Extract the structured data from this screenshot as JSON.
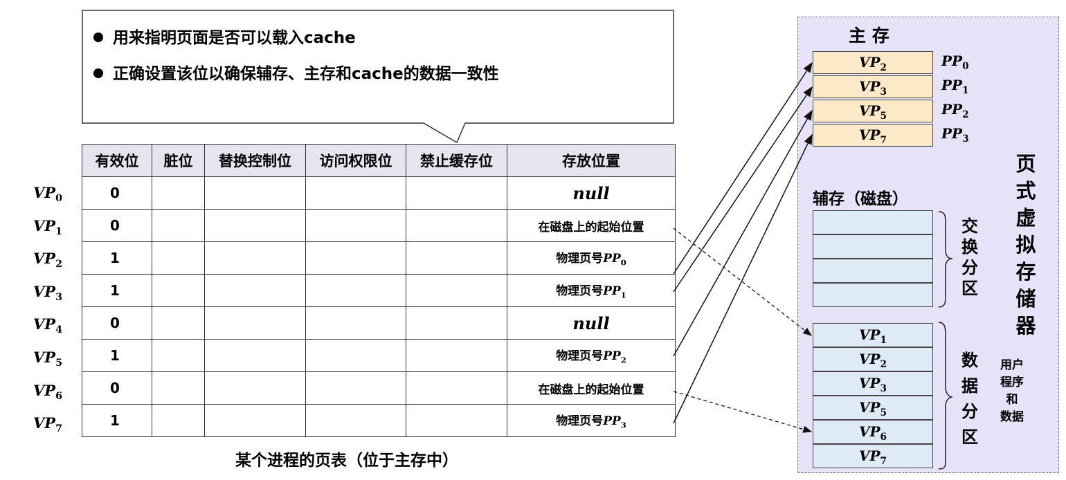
{
  "callout": {
    "bullet1": "用来指明页面是否可以载入cache",
    "bullet2": "正确设置该位以确保辅存、主存和cache的数据一致性"
  },
  "table": {
    "headers": [
      "有效位",
      "脏位",
      "替换控制位",
      "访问权限位",
      "禁止缓存位",
      "存放位置"
    ],
    "rows": [
      {
        "vp": "VP",
        "vp_sub": "0",
        "valid": "0",
        "store": "null",
        "store_type": "null"
      },
      {
        "vp": "VP",
        "vp_sub": "1",
        "valid": "0",
        "store": "在磁盘上的起始位置",
        "store_type": "text"
      },
      {
        "vp": "VP",
        "vp_sub": "2",
        "valid": "1",
        "store": "物理页号",
        "store_pp": "PP",
        "store_pp_sub": "0",
        "store_type": "pp"
      },
      {
        "vp": "VP",
        "vp_sub": "3",
        "valid": "1",
        "store": "物理页号",
        "store_pp": "PP",
        "store_pp_sub": "1",
        "store_type": "pp"
      },
      {
        "vp": "VP",
        "vp_sub": "4",
        "valid": "0",
        "store": "null",
        "store_type": "null"
      },
      {
        "vp": "VP",
        "vp_sub": "5",
        "valid": "1",
        "store": "物理页号",
        "store_pp": "PP",
        "store_pp_sub": "2",
        "store_type": "pp"
      },
      {
        "vp": "VP",
        "vp_sub": "6",
        "valid": "0",
        "store": "在磁盘上的起始位置",
        "store_type": "text"
      },
      {
        "vp": "VP",
        "vp_sub": "7",
        "valid": "1",
        "store": "物理页号",
        "store_pp": "PP",
        "store_pp_sub": "3",
        "store_type": "pp"
      }
    ],
    "caption": "某个进程的页表（位于主存中）"
  },
  "main_memory": {
    "title": "主 存",
    "cells": [
      {
        "vp": "VP",
        "sub": "2",
        "pp": "PP",
        "pp_sub": "0"
      },
      {
        "vp": "VP",
        "sub": "3",
        "pp": "PP",
        "pp_sub": "1"
      },
      {
        "vp": "VP",
        "sub": "5",
        "pp": "PP",
        "pp_sub": "2"
      },
      {
        "vp": "VP",
        "sub": "7",
        "pp": "PP",
        "pp_sub": "3"
      }
    ]
  },
  "disk": {
    "title": "辅存（磁盘）",
    "swap_label": "交换分区",
    "data_label": "数据分区",
    "user_label_lines": [
      "用户",
      "程序",
      "和",
      "数据"
    ],
    "data_cells": [
      {
        "vp": "VP",
        "sub": "1"
      },
      {
        "vp": "VP",
        "sub": "2"
      },
      {
        "vp": "VP",
        "sub": "3"
      },
      {
        "vp": "VP",
        "sub": "5"
      },
      {
        "vp": "VP",
        "sub": "6"
      },
      {
        "vp": "VP",
        "sub": "7"
      }
    ]
  },
  "side_label": "页式虚拟存储器",
  "colors": {
    "panel_bg": "#e6e2f8",
    "main_mem_cell": "#fbe9c7",
    "disk_cell": "#dfeaf7",
    "table_header": "#e4e5ee"
  }
}
